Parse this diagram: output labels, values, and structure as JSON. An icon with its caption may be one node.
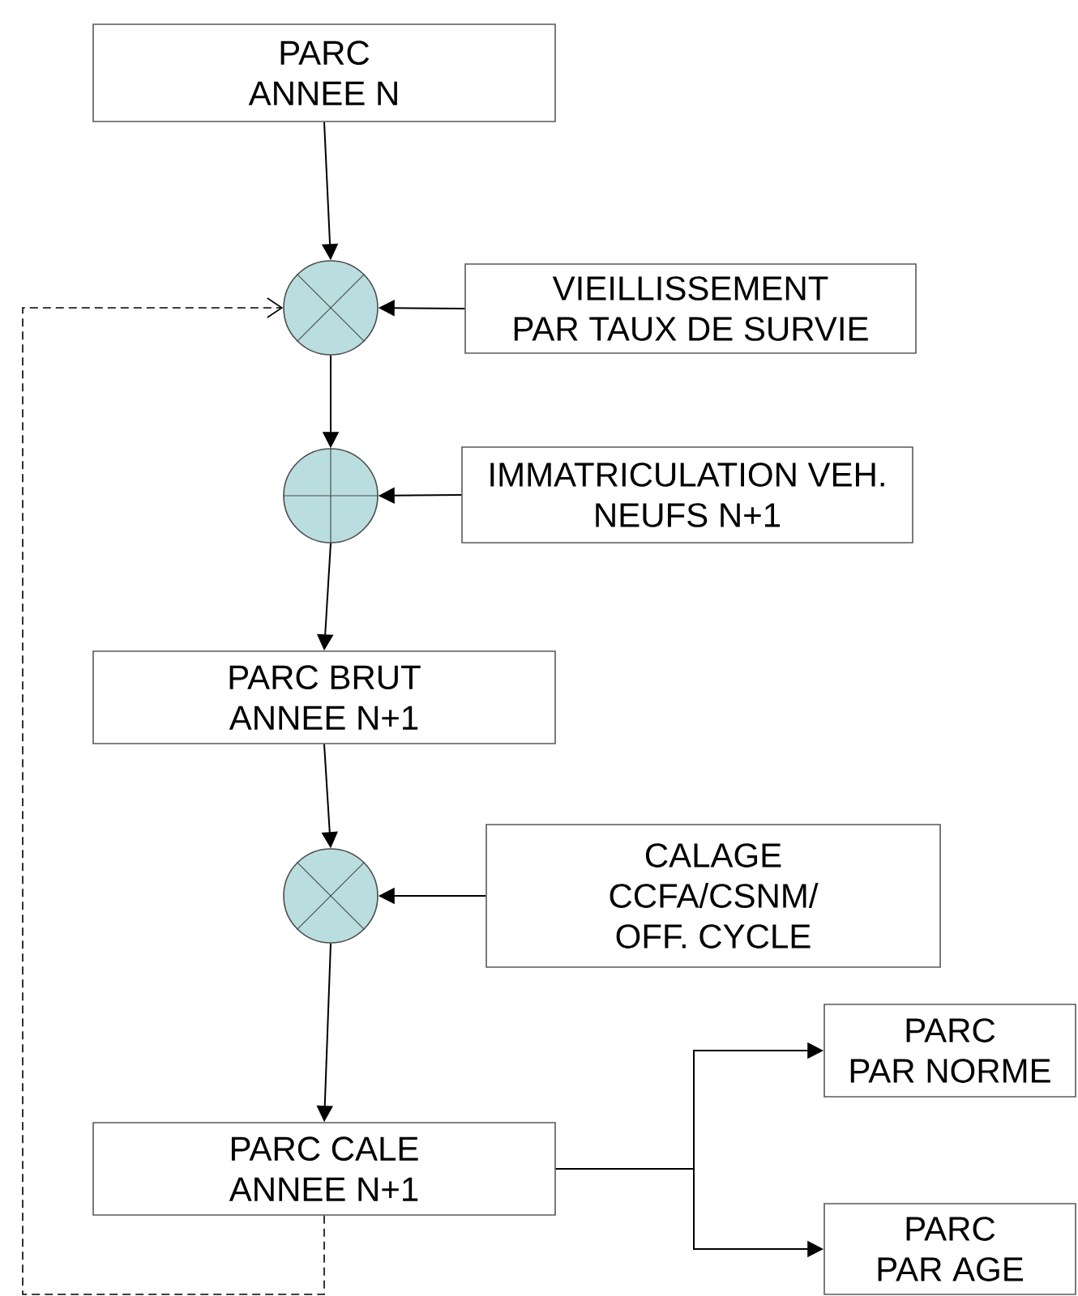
{
  "diagram": {
    "nodes": [
      {
        "text": [
          "PARC ANNEE N"
        ]
      },
      {
        "text": [],
        "shape": "circle"
      },
      {
        "text": [
          "VIEILLISSEMENT PAR TAUX DE SURVIE"
        ]
      },
      {
        "text": [],
        "shape": "circle"
      },
      {
        "text": [
          "IMMATRICULATION VEH. NEUFS N+1"
        ]
      },
      {
        "text": [
          "PARC BRUT ANNEE N+1"
        ]
      },
      {
        "text": [],
        "shape": "circle"
      },
      {
        "text": [
          "CALAGE CCFA/CSNM/ OFF. CYCLE"
        ]
      },
      {
        "text": [
          "PARC CALE ANNEE N+1"
        ]
      },
      {
        "text": [
          "PARC PAR NORME"
        ]
      },
      {
        "text": [
          "PARC PAR AGE"
        ]
      }
    ],
    "edges": [
      {
        "from": 0,
        "to": 1,
        "arrow": "to"
      },
      {
        "from": 2,
        "to": 1,
        "arrow": "to"
      },
      {
        "from": 1,
        "to": 3,
        "arrow": "to"
      },
      {
        "from": 4,
        "to": 3,
        "arrow": "to"
      },
      {
        "from": 3,
        "to": 5,
        "arrow": "to"
      },
      {
        "from": 5,
        "to": 6,
        "arrow": "to"
      },
      {
        "from": 7,
        "to": 6,
        "arrow": "to"
      },
      {
        "from": 6,
        "to": 8,
        "arrow": "to"
      },
      {
        "from": 8,
        "to": 9,
        "arrow": "to"
      },
      {
        "from": 8,
        "to": 10,
        "arrow": "to"
      },
      {
        "from": 8,
        "to": 1,
        "arrow": "to",
        "style": "dashed"
      }
    ]
  }
}
